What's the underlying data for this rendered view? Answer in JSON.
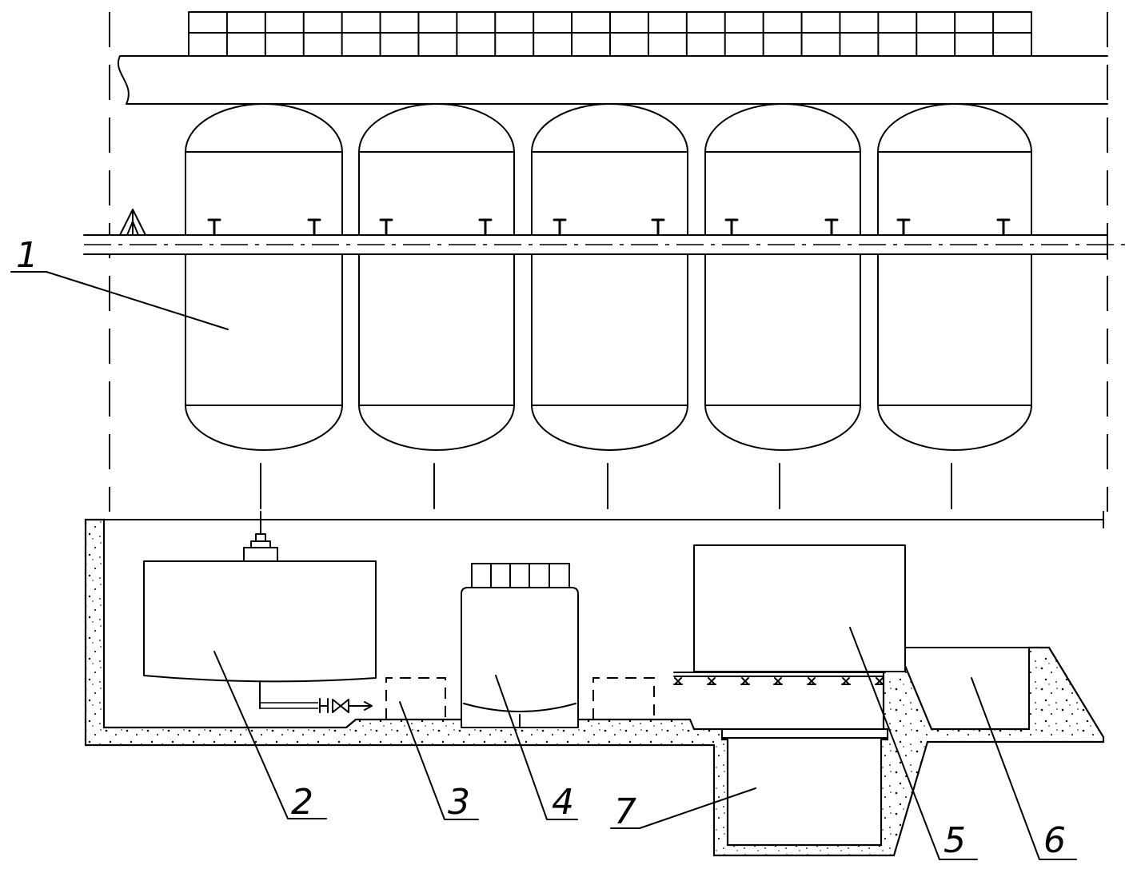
{
  "labels": {
    "one": "1",
    "two": "2",
    "three": "3",
    "four": "4",
    "five": "5",
    "six": "6",
    "seven": "7"
  }
}
